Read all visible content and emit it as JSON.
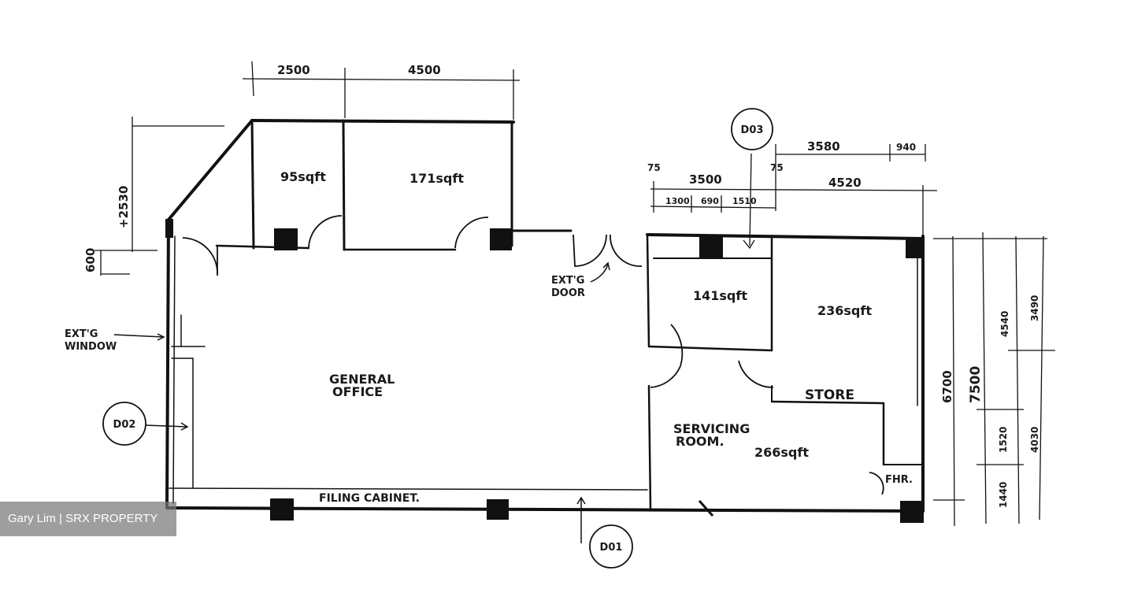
{
  "dimensions": {
    "top_left": "2500",
    "top_right": "4500",
    "left_vertical": "+2530",
    "left_small": "600",
    "right_top_a": "3580",
    "right_top_b": "940",
    "right_75_left": "75",
    "right_3500": "3500",
    "right_75_right": "75",
    "right_4520": "4520",
    "sub_1300": "1300",
    "sub_690": "690",
    "sub_1510": "1510",
    "side_6700": "6700",
    "side_7500": "7500",
    "side_4540": "4540",
    "side_3490": "3490",
    "side_1520": "1520",
    "side_1440": "1440",
    "side_4030": "4030"
  },
  "rooms": {
    "room_95": "95sqft",
    "room_171": "171sqft",
    "room_141": "141sqft",
    "room_236": "236sqft",
    "general_office_1": "GENERAL",
    "general_office_2": "OFFICE",
    "store": "STORE",
    "servicing_1": "SERVICING",
    "servicing_2": "ROOM.",
    "servicing_area": "266sqft",
    "fhr": "FHR.",
    "filing_cabinet": "FILING CABINET."
  },
  "annotations": {
    "exist_door_1": "EXT'G",
    "exist_door_2": "DOOR",
    "exist_window_1": "EXT'G",
    "exist_window_2": "WINDOW"
  },
  "markers": {
    "d01": "D01",
    "d02": "D02",
    "d03": "D03"
  },
  "watermark": "Gary Lim | SRX PROPERTY"
}
